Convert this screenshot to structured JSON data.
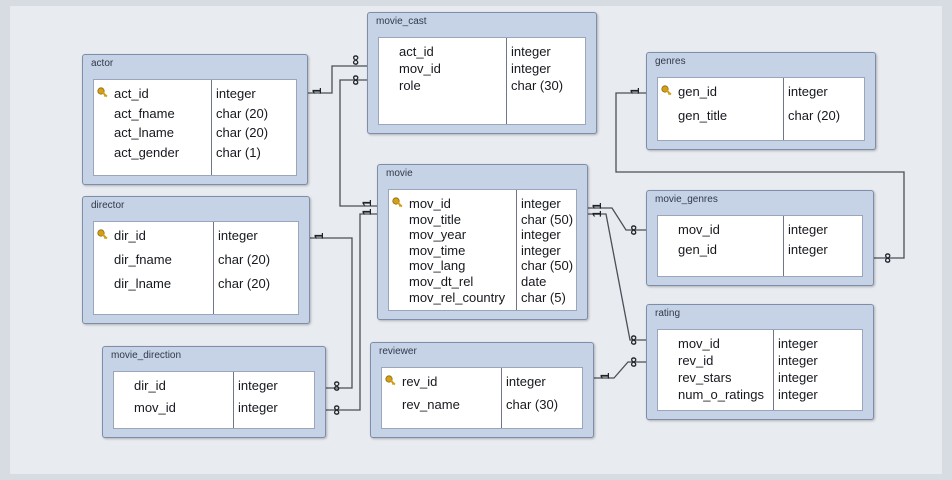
{
  "tables": {
    "actor": {
      "name": "actor",
      "columns": [
        {
          "name": "act_id",
          "type": "integer",
          "pk": true
        },
        {
          "name": "act_fname",
          "type": "char (20)",
          "pk": false
        },
        {
          "name": "act_lname",
          "type": "char (20)",
          "pk": false
        },
        {
          "name": "act_gender",
          "type": "char (1)",
          "pk": false
        }
      ]
    },
    "director": {
      "name": "director",
      "columns": [
        {
          "name": "dir_id",
          "type": "integer",
          "pk": true
        },
        {
          "name": "dir_fname",
          "type": "char (20)",
          "pk": false
        },
        {
          "name": "dir_lname",
          "type": "char (20)",
          "pk": false
        }
      ]
    },
    "movie_direction": {
      "name": "movie_direction",
      "columns": [
        {
          "name": "dir_id",
          "type": "integer",
          "pk": false
        },
        {
          "name": "mov_id",
          "type": "integer",
          "pk": false
        }
      ]
    },
    "movie_cast": {
      "name": "movie_cast",
      "columns": [
        {
          "name": "act_id",
          "type": "integer",
          "pk": false
        },
        {
          "name": "mov_id",
          "type": "integer",
          "pk": false
        },
        {
          "name": "role",
          "type": "char (30)",
          "pk": false
        }
      ]
    },
    "movie": {
      "name": "movie",
      "columns": [
        {
          "name": "mov_id",
          "type": "integer",
          "pk": true
        },
        {
          "name": "mov_title",
          "type": "char (50)",
          "pk": false
        },
        {
          "name": "mov_year",
          "type": "integer",
          "pk": false
        },
        {
          "name": "mov_time",
          "type": "integer",
          "pk": false
        },
        {
          "name": "mov_lang",
          "type": "char (50)",
          "pk": false
        },
        {
          "name": "mov_dt_rel",
          "type": "date",
          "pk": false
        },
        {
          "name": "mov_rel_country",
          "type": "char (5)",
          "pk": false
        }
      ]
    },
    "reviewer": {
      "name": "reviewer",
      "columns": [
        {
          "name": "rev_id",
          "type": "integer",
          "pk": true
        },
        {
          "name": "rev_name",
          "type": "char (30)",
          "pk": false
        }
      ]
    },
    "genres": {
      "name": "genres",
      "columns": [
        {
          "name": "gen_id",
          "type": "integer",
          "pk": true
        },
        {
          "name": "gen_title",
          "type": "char (20)",
          "pk": false
        }
      ]
    },
    "movie_genres": {
      "name": "movie_genres",
      "columns": [
        {
          "name": "mov_id",
          "type": "integer",
          "pk": false
        },
        {
          "name": "gen_id",
          "type": "integer",
          "pk": false
        }
      ]
    },
    "rating": {
      "name": "rating",
      "columns": [
        {
          "name": "mov_id",
          "type": "integer",
          "pk": false
        },
        {
          "name": "rev_id",
          "type": "integer",
          "pk": false
        },
        {
          "name": "rev_stars",
          "type": "integer",
          "pk": false
        },
        {
          "name": "num_o_ratings",
          "type": "integer",
          "pk": false
        }
      ]
    }
  },
  "relationships": [
    {
      "from": "actor",
      "to": "movie_cast",
      "one": "1",
      "many": "∞"
    },
    {
      "from": "movie",
      "to": "movie_cast",
      "one": "1",
      "many": "∞"
    },
    {
      "from": "director",
      "to": "movie_direction",
      "one": "1",
      "many": "∞"
    },
    {
      "from": "movie",
      "to": "movie_direction",
      "one": "1",
      "many": "∞"
    },
    {
      "from": "movie",
      "to": "movie_genres",
      "one": "1",
      "many": "∞"
    },
    {
      "from": "genres",
      "to": "movie_genres",
      "one": "1",
      "many": "∞"
    },
    {
      "from": "movie",
      "to": "rating",
      "one": "1",
      "many": "∞"
    },
    {
      "from": "reviewer",
      "to": "rating",
      "one": "1",
      "many": "∞"
    }
  ],
  "colors": {
    "table_fill": "#c6d2e6",
    "table_border": "#7f8ea8",
    "grid_fill": "#ffffff",
    "key_icon": "#d4a017",
    "line": "#4a4f58"
  }
}
